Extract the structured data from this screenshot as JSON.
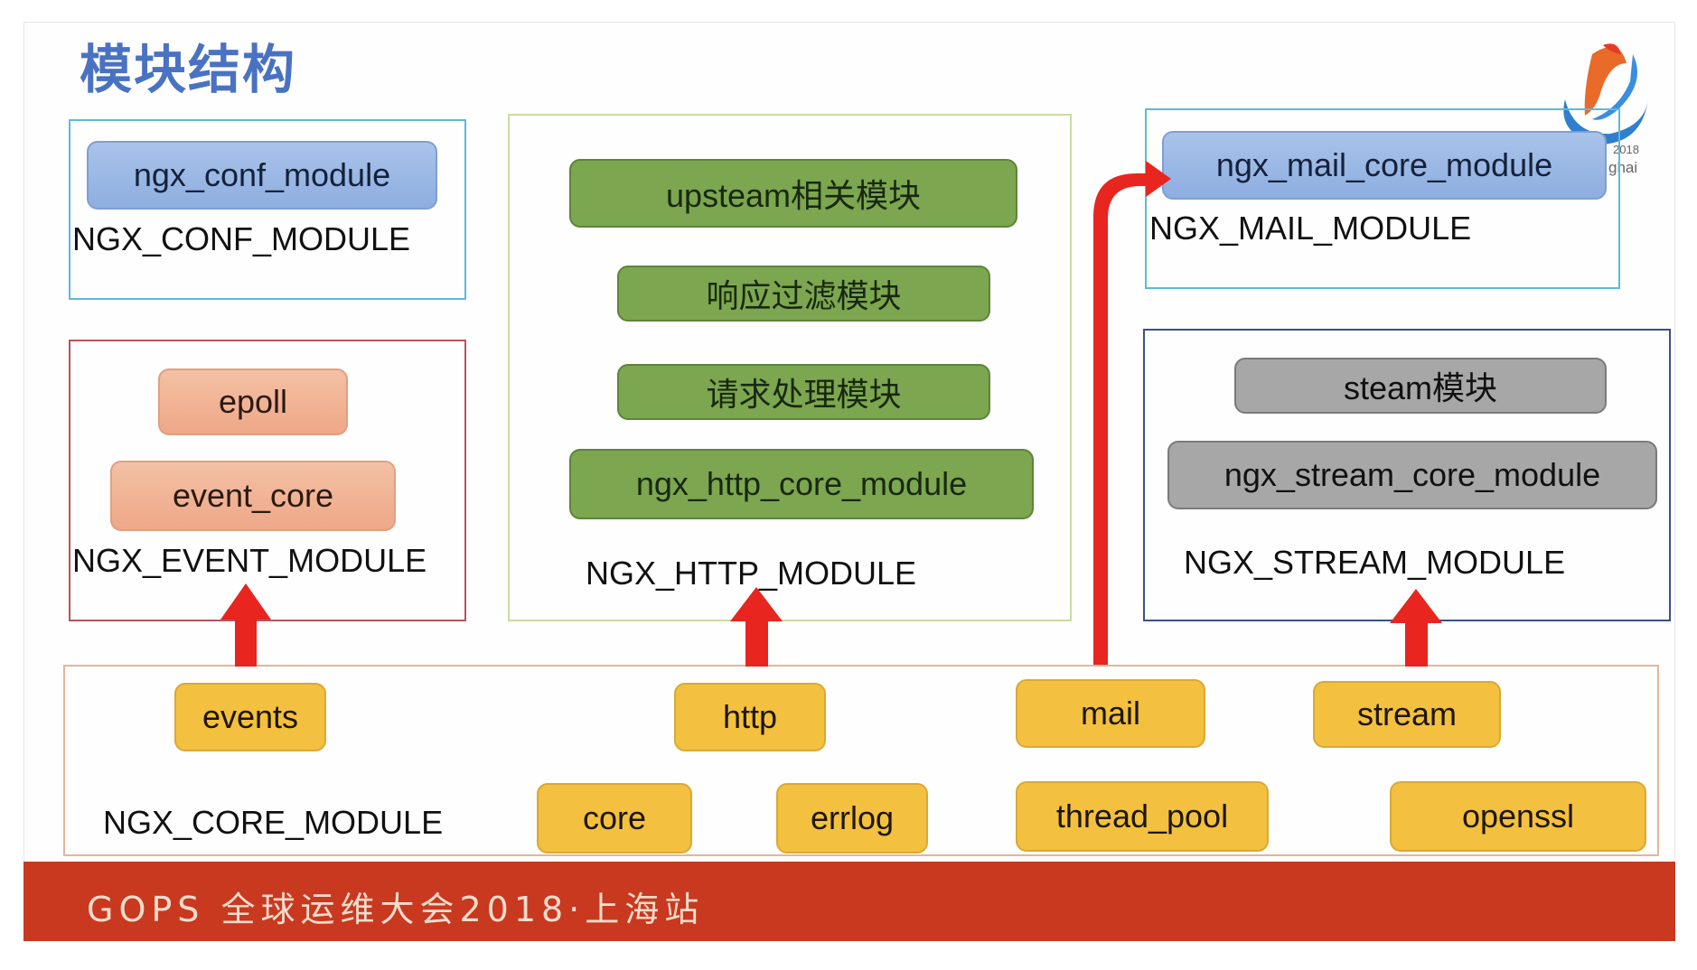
{
  "title": "模块结构",
  "logo": {
    "name": "gops-logo-icon",
    "year": "2018",
    "city_fragment": "ghai"
  },
  "groups": {
    "conf": {
      "label": "NGX_CONF_MODULE",
      "modules": [
        "ngx_conf_module"
      ],
      "color": "#8eaee0"
    },
    "event": {
      "label": "NGX_EVENT_MODULE",
      "modules": [
        "epoll",
        "event_core"
      ],
      "color": "#eea888"
    },
    "http": {
      "label": "NGX_HTTP_MODULE",
      "modules": [
        "upsteam相关模块",
        "响应过滤模块",
        "请求处理模块",
        "ngx_http_core_module"
      ],
      "color": "#7ca64f"
    },
    "mail": {
      "label": "NGX_MAIL_MODULE",
      "modules": [
        "ngx_mail_core_module"
      ],
      "color": "#8eaee0"
    },
    "stream": {
      "label": "NGX_STREAM_MODULE",
      "modules": [
        "steam模块",
        "ngx_stream_core_module"
      ],
      "color": "#a7a7a7"
    },
    "core": {
      "label": "NGX_CORE_MODULE",
      "modules": [
        "events",
        "http",
        "mail",
        "stream",
        "core",
        "errlog",
        "thread_pool",
        "openssl"
      ],
      "color": "#f3c03f"
    }
  },
  "arrows": [
    {
      "from": "events",
      "to": "NGX_EVENT_MODULE"
    },
    {
      "from": "http",
      "to": "NGX_HTTP_MODULE"
    },
    {
      "from": "mail",
      "to": "ngx_mail_core_module"
    },
    {
      "from": "stream",
      "to": "NGX_STREAM_MODULE"
    }
  ],
  "arrow_color": "#e8251f",
  "footer": {
    "text": "GOPS 全球运维大会2018·上海站",
    "color": "#c8391f"
  }
}
